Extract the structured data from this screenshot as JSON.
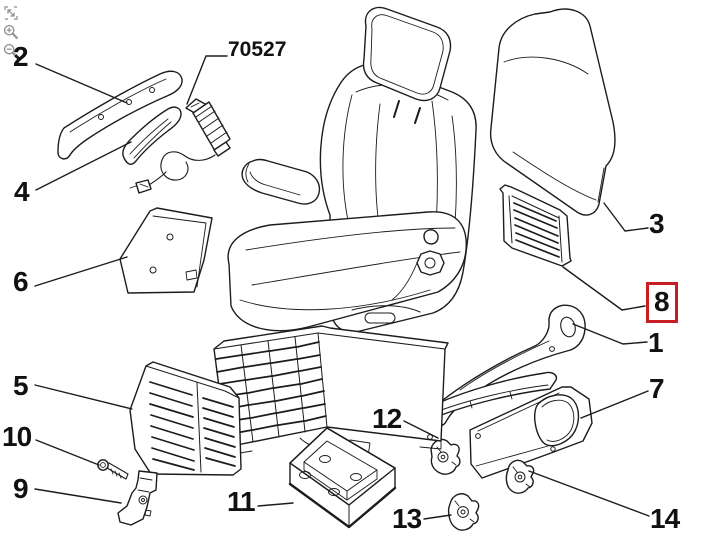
{
  "viewer": {
    "background_color": "#ffffff",
    "line_color": "#1c1c1c",
    "highlight_color": "#c81e23",
    "toolbar": {
      "buttons": [
        {
          "id": "fit-view",
          "icon": "fit-view-icon"
        },
        {
          "id": "zoom-in",
          "icon": "zoom-in-icon"
        },
        {
          "id": "zoom-out",
          "icon": "zoom-out-icon"
        }
      ]
    }
  },
  "diagram": {
    "kind": "exploded-parts-drawing",
    "part_code_label": "70527",
    "selected_callout": "8",
    "callouts": {
      "c1": {
        "label": "1"
      },
      "c2": {
        "label": "2"
      },
      "c3": {
        "label": "3"
      },
      "c4": {
        "label": "4"
      },
      "c5": {
        "label": "5"
      },
      "c6": {
        "label": "6"
      },
      "c7": {
        "label": "7"
      },
      "c8": {
        "label": "8",
        "selected": true
      },
      "c9": {
        "label": "9"
      },
      "c10": {
        "label": "10"
      },
      "c11": {
        "label": "11"
      },
      "c12": {
        "label": "12"
      },
      "c13": {
        "label": "13"
      },
      "c14": {
        "label": "14"
      }
    }
  }
}
